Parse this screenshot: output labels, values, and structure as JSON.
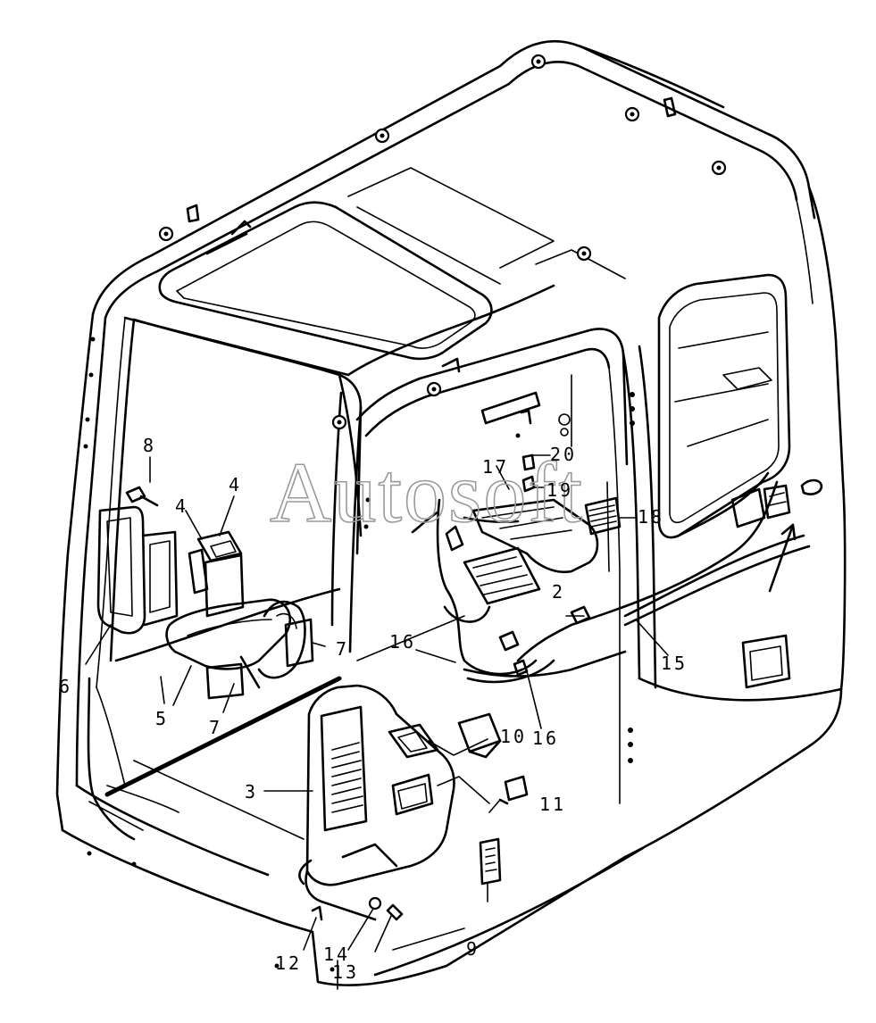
{
  "watermark": "Autosoft",
  "callouts": {
    "c2": "2",
    "c3": "3",
    "c4a": "4",
    "c4b": "4",
    "c5": "5",
    "c6": "6",
    "c7a": "7",
    "c7b": "7",
    "c8": "8",
    "c9": "9",
    "c10": "10",
    "c11": "11",
    "c12": "12",
    "c13": "13",
    "c14": "14",
    "c15": "15",
    "c16a": "16",
    "c16b": "16",
    "c17": "17",
    "c18": "18",
    "c19": "19",
    "c20": "20"
  }
}
